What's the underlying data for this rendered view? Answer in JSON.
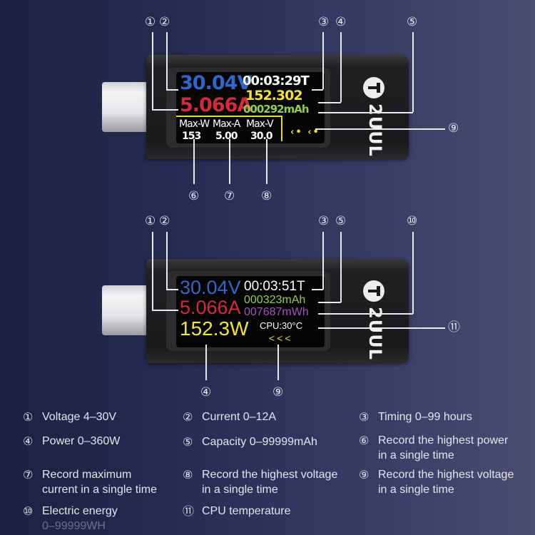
{
  "device_top": {
    "brand": "2UUL",
    "voltage": "30.04V",
    "current": "5.066A",
    "timer": "00:03:29T",
    "power": "152.302",
    "capacity": "000292mAh",
    "max_labels": [
      "Max-W",
      "Max-A",
      "Max-V"
    ],
    "max_values": [
      "153",
      "5.00",
      "30.0"
    ],
    "direction_arrows": "‹• ‹•",
    "callouts_top": [
      "①",
      "②",
      "③",
      "④",
      "⑤"
    ],
    "callouts_bottom": [
      "⑥",
      "⑦",
      "⑧"
    ],
    "callout_right": "⑨"
  },
  "device_bottom": {
    "brand": "2UUL",
    "voltage": "30.04V",
    "current": "5.066A",
    "power": "152.3W",
    "timer": "00:03:51T",
    "capacity": "000323mAh",
    "energy": "007687mWh",
    "cpu_temp": "CPU:30°C",
    "direction_arrows": "<<<",
    "callouts_top": [
      "①",
      "②",
      "③",
      "⑤",
      "⑩"
    ],
    "callouts_bottom": [
      "④",
      "⑨"
    ],
    "callout_right": "⑪"
  },
  "colors": {
    "voltage": "#2f66c8",
    "current": "#d42a3c",
    "power": "#f2e23a",
    "capacity": "#8fcf4a",
    "energy": "#a64fc0",
    "text_white": "#ffffff"
  },
  "legend": [
    {
      "num": "①",
      "text": "Voltage 4–30V"
    },
    {
      "num": "②",
      "text": "Current 0–12A"
    },
    {
      "num": "③",
      "text": "Timing 0–99 hours"
    },
    {
      "num": "④",
      "text": "Power 0–360W"
    },
    {
      "num": "⑤",
      "text": "Capacity 0–99999mAh"
    },
    {
      "num": "⑥",
      "text": "Record the highest power",
      "text2": "in a single time"
    },
    {
      "num": "⑦",
      "text": "Record maximum",
      "text2": "current in a single time"
    },
    {
      "num": "⑧",
      "text": "Record the highest voltage",
      "text2": "in a single time"
    },
    {
      "num": "⑨",
      "text": "Record the highest voltage",
      "text2": "in a single time"
    },
    {
      "num": "⑩",
      "text": "Electric energy",
      "text2": "0–99999WH"
    },
    {
      "num": "⑪",
      "text": "CPU temperature"
    }
  ]
}
